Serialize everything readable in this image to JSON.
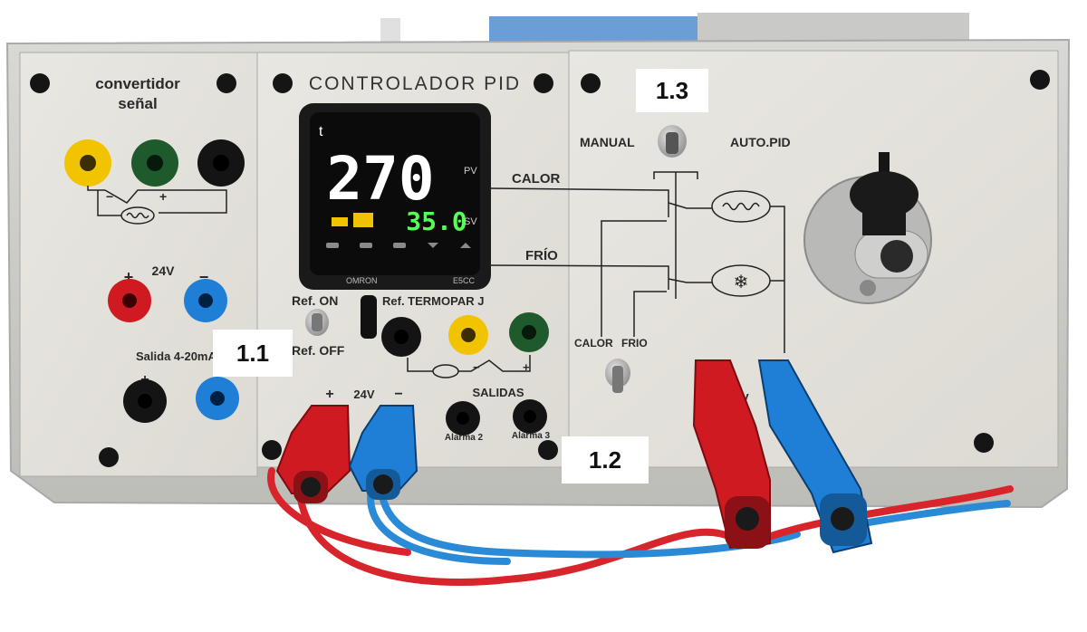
{
  "panel": {
    "module1_title": "convertidor\nseñal",
    "module1_title_line1": "convertidor",
    "module1_title_line2": "señal",
    "supply_label": "24V",
    "plus": "+",
    "minus": "−",
    "output_label": "Salida 4-20mA",
    "module2_title": "CONTROLADOR PID",
    "ref_on": "Ref. ON",
    "ref_off": "Ref. OFF",
    "ref_termopar": "Ref. TERMOPAR J",
    "supply_label2": "24V",
    "salidas": "SALIDAS",
    "alarm2": "Alarma 2",
    "alarm3": "Alarma 3",
    "calor": "CALOR",
    "frio": "FRÍO",
    "manual": "MANUAL",
    "auto_pid": "AUTO.PID",
    "calor_small": "CALOR",
    "frio_small": "FRIO",
    "partial_v": "V"
  },
  "controller": {
    "brand": "OMRON",
    "model": "E5CC",
    "pv_value": "270",
    "pv_unit_label": "PV",
    "sv_value": "35.0",
    "sv_unit_label": "SV",
    "c_indicator": "t"
  },
  "callouts": {
    "c1": "1.1",
    "c2": "1.2",
    "c3": "1.3"
  },
  "colors": {
    "panel": "#e4e2dc",
    "enclosure": "#cfcfcc",
    "red_jack": "#d01a22",
    "blue_jack": "#1f7fd6",
    "yellow_jack": "#f2c400",
    "green_jack": "#1f5a2c",
    "black_jack": "#111111"
  }
}
